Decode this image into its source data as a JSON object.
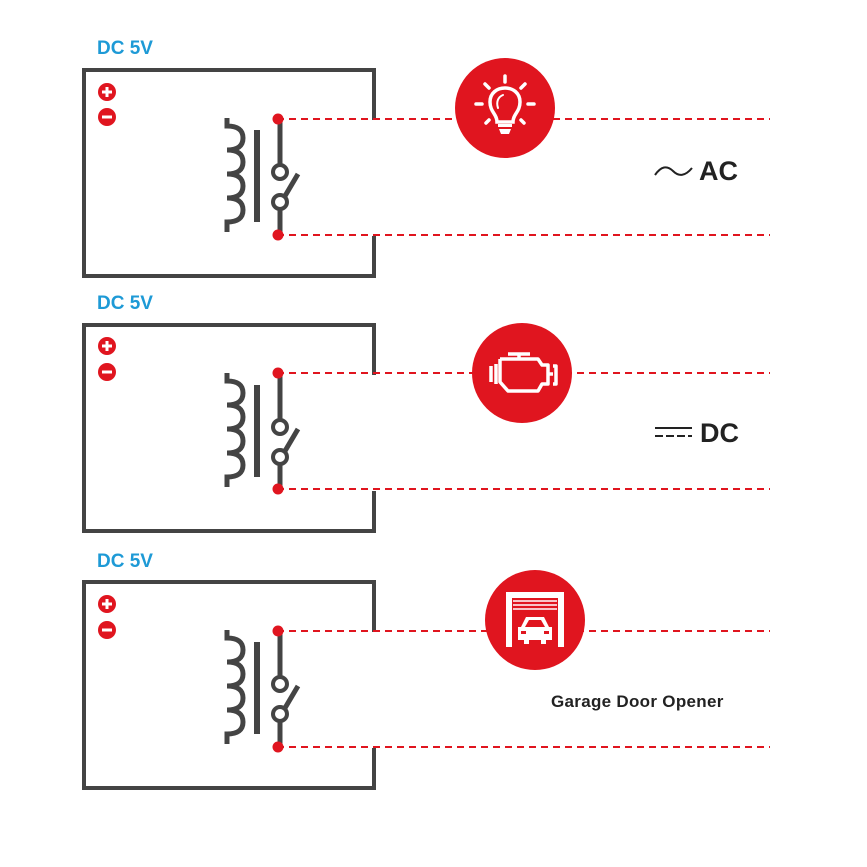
{
  "colors": {
    "accent_red": "#e0151f",
    "label_blue": "#1e9ad6",
    "stroke_gray": "#444444",
    "text_dark": "#222222"
  },
  "circuits": [
    {
      "supply_label": "DC 5V",
      "polarity_icons": [
        "plus-icon",
        "minus-icon"
      ],
      "load_icon": "light-bulb-icon",
      "load_type_symbol": "ac-wave-icon",
      "load_type_label": "AC"
    },
    {
      "supply_label": "DC 5V",
      "polarity_icons": [
        "plus-icon",
        "minus-icon"
      ],
      "load_icon": "engine-icon",
      "load_type_symbol": "dc-symbol-icon",
      "load_type_label": "DC"
    },
    {
      "supply_label": "DC 5V",
      "polarity_icons": [
        "plus-icon",
        "minus-icon"
      ],
      "load_icon": "garage-car-icon",
      "load_type_symbol": null,
      "load_type_label": "Garage Door Opener"
    }
  ]
}
